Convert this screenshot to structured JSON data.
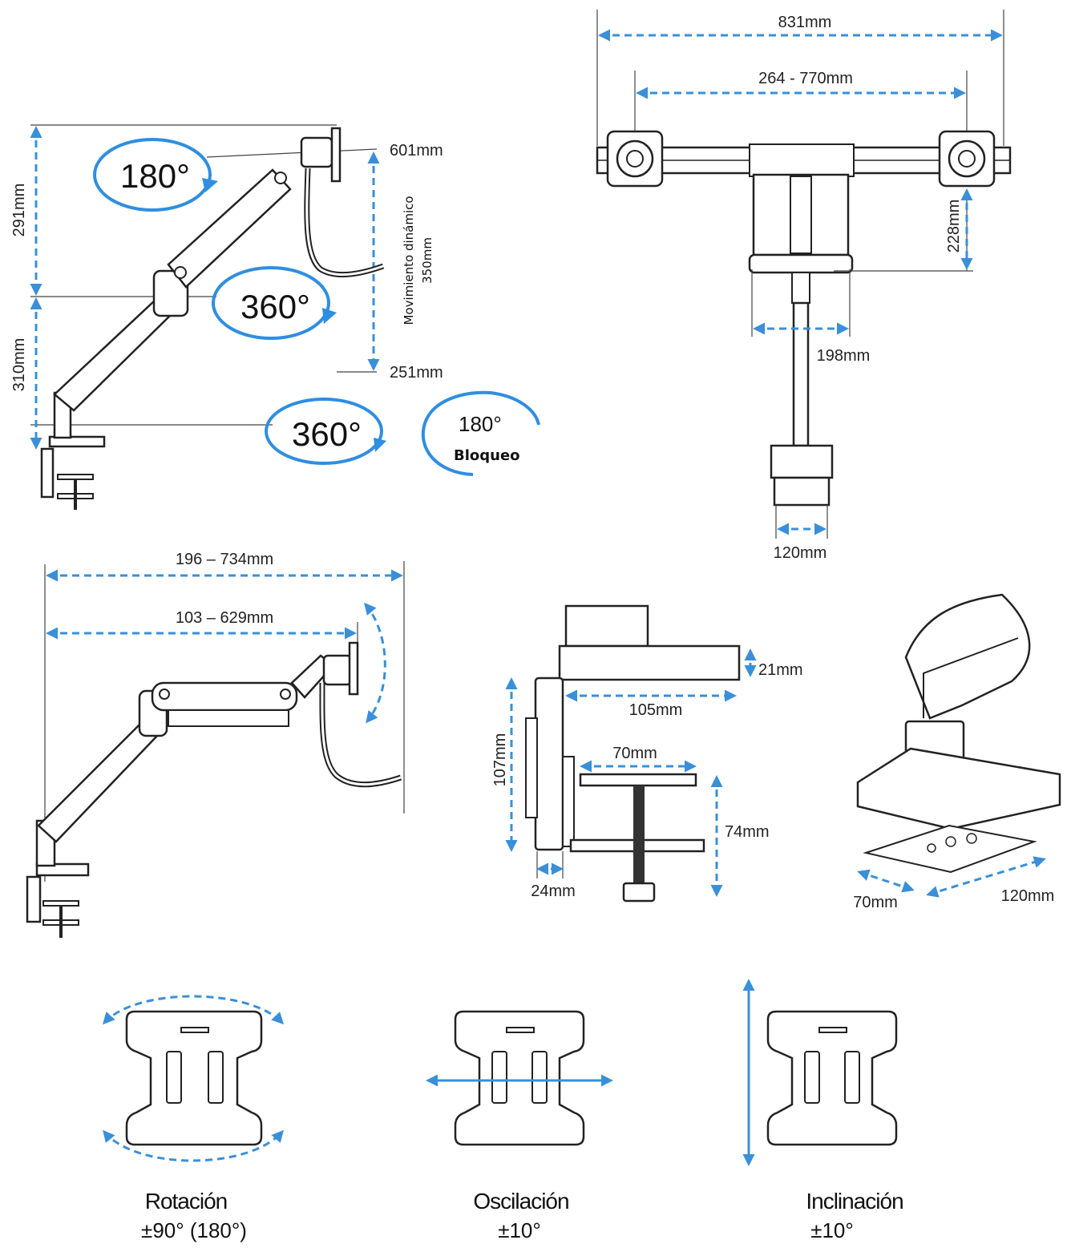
{
  "side_view": {
    "height_upper": "291mm",
    "height_lower": "310mm",
    "top_right": "601mm",
    "bottom_right": "251mm",
    "dynamic_label": "Movimiento dinámico",
    "dynamic_value": "350mm",
    "rot_top": "180°",
    "rot_mid": "360°",
    "rot_bottom": "360°",
    "lock_angle": "180°",
    "lock_label": "Bloqueo"
  },
  "top_view": {
    "total_width": "831mm",
    "vesa_span": "264 - 770mm",
    "bar_height": "228mm",
    "base_width": "198mm",
    "clamp_width": "120mm"
  },
  "reach_view": {
    "max_reach": "196 – 734mm",
    "min_reach": "103 – 629mm"
  },
  "clamp_view": {
    "plate_thickness": "21mm",
    "plate_depth": "105mm",
    "clamp_height": "107mm",
    "foot_width": "70mm",
    "clamp_opening": "74mm",
    "clamp_thickness": "24mm"
  },
  "base_view": {
    "base_depth": "70mm",
    "base_length": "120mm"
  },
  "movements": [
    {
      "name": "Rotación",
      "value": "±90° (180°)"
    },
    {
      "name": "Oscilación",
      "value": "±10°"
    },
    {
      "name": "Inclinación",
      "value": "±10°"
    }
  ],
  "colors": {
    "accent": "#3a8fd8",
    "line": "#222222"
  }
}
